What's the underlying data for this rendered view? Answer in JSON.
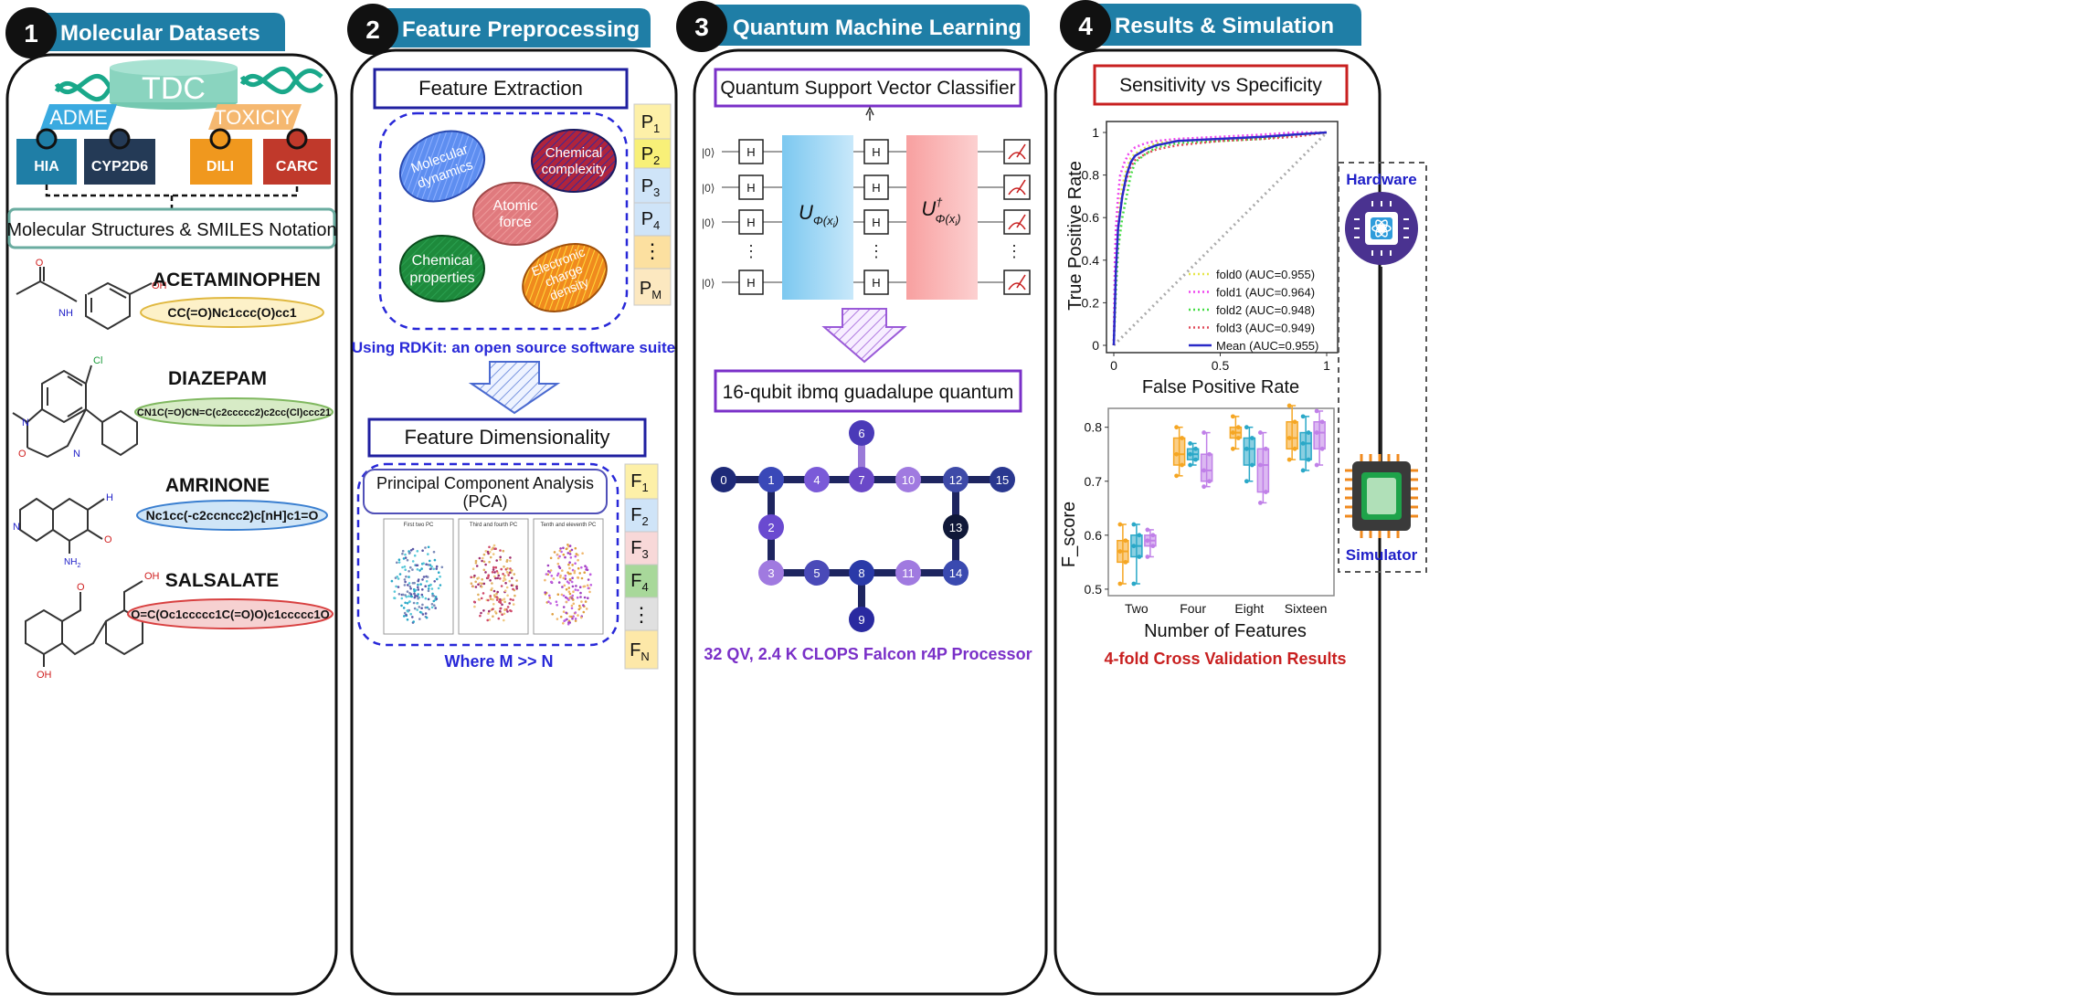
{
  "panels": {
    "p1": {
      "number": "1",
      "title": "Molecular Datasets"
    },
    "p2": {
      "number": "2",
      "title": "Feature Preprocessing"
    },
    "p3": {
      "number": "3",
      "title": "Quantum Machine Learning"
    },
    "p4": {
      "number": "4",
      "title": "Results & Simulation"
    }
  },
  "datasets": {
    "source": "TDC",
    "groups": [
      "ADME",
      "TOXICIY"
    ],
    "items": [
      "HIA",
      "CYP2D6",
      "DILI",
      "CARC"
    ],
    "structures_label": "Molecular Structures & SMILES Notation",
    "molecules": [
      {
        "name": "ACETAMINOPHEN",
        "smiles": "CC(=O)Nc1ccc(O)cc1"
      },
      {
        "name": "DIAZEPAM",
        "smiles": "CN1C(=O)CN=C(c2ccccc2)c2cc(Cl)ccc21"
      },
      {
        "name": "AMRINONE",
        "smiles": "Nc1cc(-c2ccncc2)c[nH]c1=O"
      },
      {
        "name": "SALSALATE",
        "smiles": "O=C(Oc1ccccc1C(=O)O)c1ccccc1O"
      }
    ],
    "atom_labels": {
      "o": "O",
      "n": "N",
      "oh": "OH",
      "h": "H",
      "nh": "NH",
      "nh2": "NH",
      "nh2_sub": "2",
      "cl": "Cl"
    }
  },
  "preprocessing": {
    "extraction_title": "Feature Extraction",
    "features": [
      "Molecular dynamics",
      "Chemical complexity",
      "Atomic force",
      "Chemical properties",
      "Electronic charge density"
    ],
    "feature_lines": [
      [
        "Molecular",
        "dynamics"
      ],
      [
        "Chemical",
        "complexity"
      ],
      [
        "Atomic",
        "force"
      ],
      [
        "Chemical",
        "properties"
      ],
      [
        "Electronic",
        "charge",
        "density"
      ]
    ],
    "p_labels": [
      "P",
      "P",
      "P",
      "P",
      "⋮",
      "P"
    ],
    "p_subs": [
      "1",
      "2",
      "3",
      "4",
      "",
      "M"
    ],
    "rdkit_note": "Using RDKit: an open source software suite",
    "dimensionality_title": "Feature Dimensionality",
    "pca_title_lines": [
      "Principal Component Analysis",
      "(PCA)"
    ],
    "pca_subplots": [
      "First two PC",
      "Third and fourth PC",
      "Tenth and eleventh PC"
    ],
    "f_labels": [
      "F",
      "F",
      "F",
      "F",
      "⋮",
      "F"
    ],
    "f_subs": [
      "1",
      "2",
      "3",
      "4",
      "",
      "N"
    ],
    "condition": "Where M >> N"
  },
  "qml": {
    "classifier_title": "Quantum Support Vector Classifier",
    "qubit_state": "|0⟩",
    "gate": "H",
    "feature_map": "U",
    "feature_map_sub": "Φ(x",
    "feature_map_sub2": "i",
    "dagger": "†",
    "processor_title": "16-qubit ibmq guadalupe quantum",
    "qubits": [
      "0",
      "1",
      "2",
      "3",
      "4",
      "5",
      "6",
      "7",
      "8",
      "9",
      "10",
      "11",
      "12",
      "13",
      "14",
      "15"
    ],
    "specs": "32 QV, 2.4 K CLOPS  Falcon r4P Processor"
  },
  "results": {
    "roc_title": "Sensitivity vs Specificity",
    "hardware_label": "Hardware",
    "simulator_label": "Simulator",
    "footer": "4-fold Cross Validation Results"
  },
  "chart_data": [
    {
      "type": "line",
      "title": "Sensitivity vs Specificity",
      "xlabel": "False Positive Rate",
      "ylabel": "True Positive Rate",
      "xlim": [
        0,
        1
      ],
      "ylim": [
        0,
        1
      ],
      "xticks": [
        "0",
        "0.5",
        "1"
      ],
      "yticks": [
        "0",
        "0.2",
        "0.4",
        "0.6",
        "0.8",
        "1"
      ],
      "legend_position": "bottom-right",
      "series": [
        {
          "name": "fold0 (AUC=0.955)",
          "color": "#e6e64a",
          "dash": "dotted",
          "x": [
            0,
            0.005,
            0.01,
            0.02,
            0.04,
            0.06,
            0.08,
            0.1,
            0.15,
            0.2,
            0.3,
            0.5,
            0.7,
            0.85,
            1
          ],
          "y": [
            0,
            0.3,
            0.45,
            0.6,
            0.75,
            0.83,
            0.88,
            0.9,
            0.93,
            0.95,
            0.96,
            0.97,
            0.98,
            0.99,
            1
          ]
        },
        {
          "name": "fold1 (AUC=0.964)",
          "color": "#ee44ee",
          "dash": "dotted",
          "x": [
            0,
            0.005,
            0.01,
            0.02,
            0.03,
            0.05,
            0.07,
            0.1,
            0.15,
            0.2,
            0.3,
            0.5,
            0.7,
            0.85,
            1
          ],
          "y": [
            0,
            0.4,
            0.55,
            0.7,
            0.8,
            0.86,
            0.9,
            0.93,
            0.95,
            0.96,
            0.97,
            0.98,
            0.99,
            1,
            1
          ]
        },
        {
          "name": "fold2 (AUC=0.948)",
          "color": "#44dd44",
          "dash": "dotted",
          "x": [
            0,
            0.01,
            0.02,
            0.04,
            0.06,
            0.08,
            0.1,
            0.15,
            0.2,
            0.3,
            0.5,
            0.7,
            0.85,
            1
          ],
          "y": [
            0,
            0.25,
            0.45,
            0.6,
            0.7,
            0.8,
            0.86,
            0.9,
            0.93,
            0.95,
            0.96,
            0.97,
            0.99,
            1
          ]
        },
        {
          "name": "fold3 (AUC=0.949)",
          "color": "#e04a5a",
          "dash": "dotted",
          "x": [
            0,
            0.01,
            0.02,
            0.04,
            0.06,
            0.08,
            0.1,
            0.15,
            0.2,
            0.3,
            0.5,
            0.7,
            0.85,
            1
          ],
          "y": [
            0,
            0.35,
            0.55,
            0.7,
            0.78,
            0.84,
            0.87,
            0.9,
            0.92,
            0.94,
            0.96,
            0.97,
            0.98,
            1
          ]
        },
        {
          "name": "Mean (AUC=0.955)",
          "color": "#2a2ac8",
          "dash": "solid",
          "x": [
            0,
            0.01,
            0.02,
            0.04,
            0.06,
            0.08,
            0.1,
            0.15,
            0.2,
            0.3,
            0.5,
            0.7,
            0.85,
            1
          ],
          "y": [
            0,
            0.35,
            0.55,
            0.7,
            0.8,
            0.86,
            0.89,
            0.92,
            0.94,
            0.96,
            0.97,
            0.98,
            0.99,
            1
          ]
        }
      ],
      "diagonal": {
        "color": "#aaaaaa",
        "dash": "dotted"
      }
    },
    {
      "type": "box",
      "xlabel": "Number of Features",
      "ylabel": "F_score",
      "categories": [
        "Two",
        "Four",
        "Eight",
        "Sixteen"
      ],
      "ylim": [
        0.5,
        0.82
      ],
      "yticks": [
        "0.5",
        "0.6",
        "0.7",
        "0.8"
      ],
      "series": [
        {
          "color": "#f5a623",
          "stats": [
            [
              0.51,
              0.55,
              0.57,
              0.59,
              0.62
            ],
            [
              0.71,
              0.73,
              0.75,
              0.78,
              0.8
            ],
            [
              0.76,
              0.78,
              0.79,
              0.8,
              0.82
            ],
            [
              0.74,
              0.76,
              0.78,
              0.81,
              0.84
            ]
          ]
        },
        {
          "color": "#2aa8c8",
          "stats": [
            [
              0.51,
              0.56,
              0.58,
              0.6,
              0.62
            ],
            [
              0.73,
              0.74,
              0.75,
              0.76,
              0.77
            ],
            [
              0.7,
              0.73,
              0.76,
              0.78,
              0.8
            ],
            [
              0.72,
              0.74,
              0.77,
              0.79,
              0.82
            ]
          ]
        },
        {
          "color": "#c080e8",
          "stats": [
            [
              0.56,
              0.58,
              0.59,
              0.6,
              0.61
            ],
            [
              0.69,
              0.7,
              0.72,
              0.75,
              0.79
            ],
            [
              0.66,
              0.68,
              0.73,
              0.76,
              0.79
            ],
            [
              0.73,
              0.76,
              0.79,
              0.81,
              0.83
            ]
          ]
        }
      ]
    }
  ]
}
